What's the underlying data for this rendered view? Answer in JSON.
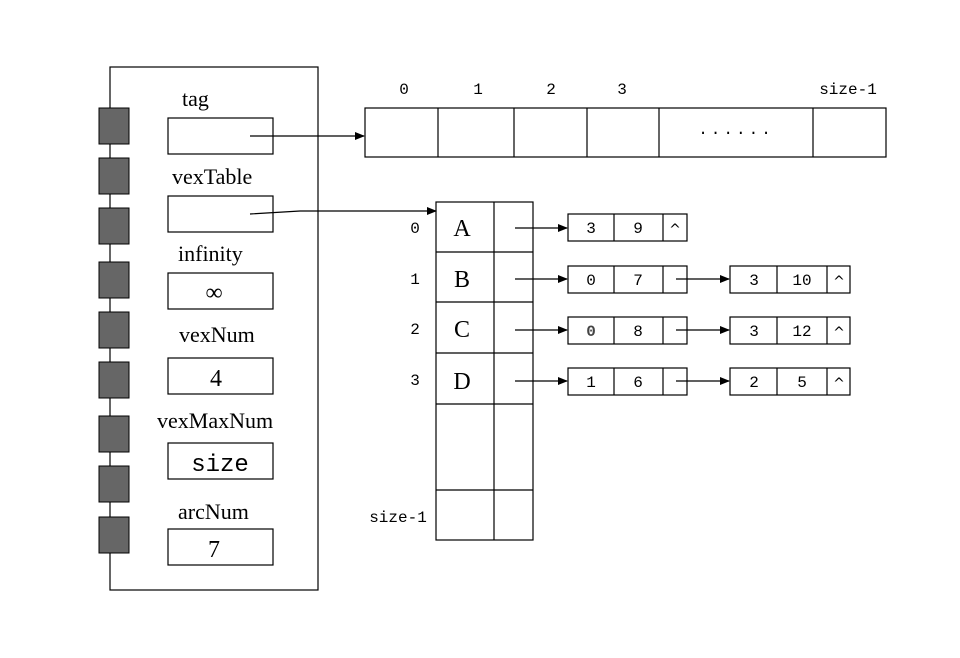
{
  "struct": {
    "fields": [
      {
        "name": "tag",
        "value": ""
      },
      {
        "name": "vexTable",
        "value": ""
      },
      {
        "name": "infinity",
        "value": "∞"
      },
      {
        "name": "vexNum",
        "value": "4"
      },
      {
        "name": "vexMaxNum",
        "value": "size"
      },
      {
        "name": "arcNum",
        "value": "7"
      }
    ],
    "handle_count": 9
  },
  "tag_array": {
    "indices": [
      "0",
      "1",
      "2",
      "3",
      "",
      "size-1"
    ],
    "ellipsis": "......"
  },
  "vertex_table": {
    "rows": [
      {
        "index": "0",
        "vertex": "A"
      },
      {
        "index": "1",
        "vertex": "B"
      },
      {
        "index": "2",
        "vertex": "C"
      },
      {
        "index": "3",
        "vertex": "D"
      },
      {
        "index": "",
        "vertex": ""
      },
      {
        "index": "size-1",
        "vertex": ""
      }
    ]
  },
  "adjacency": [
    [
      {
        "adjvex": "3",
        "weight": "9",
        "next": "^"
      }
    ],
    [
      {
        "adjvex": "0",
        "weight": "7",
        "next": ""
      },
      {
        "adjvex": "3",
        "weight": "10",
        "next": "^"
      }
    ],
    [
      {
        "adjvex": "0",
        "weight": "8",
        "next": ""
      },
      {
        "adjvex": "3",
        "weight": "12",
        "next": "^"
      }
    ],
    [
      {
        "adjvex": "1",
        "weight": "6",
        "next": ""
      },
      {
        "adjvex": "2",
        "weight": "5",
        "next": "^"
      }
    ]
  ]
}
